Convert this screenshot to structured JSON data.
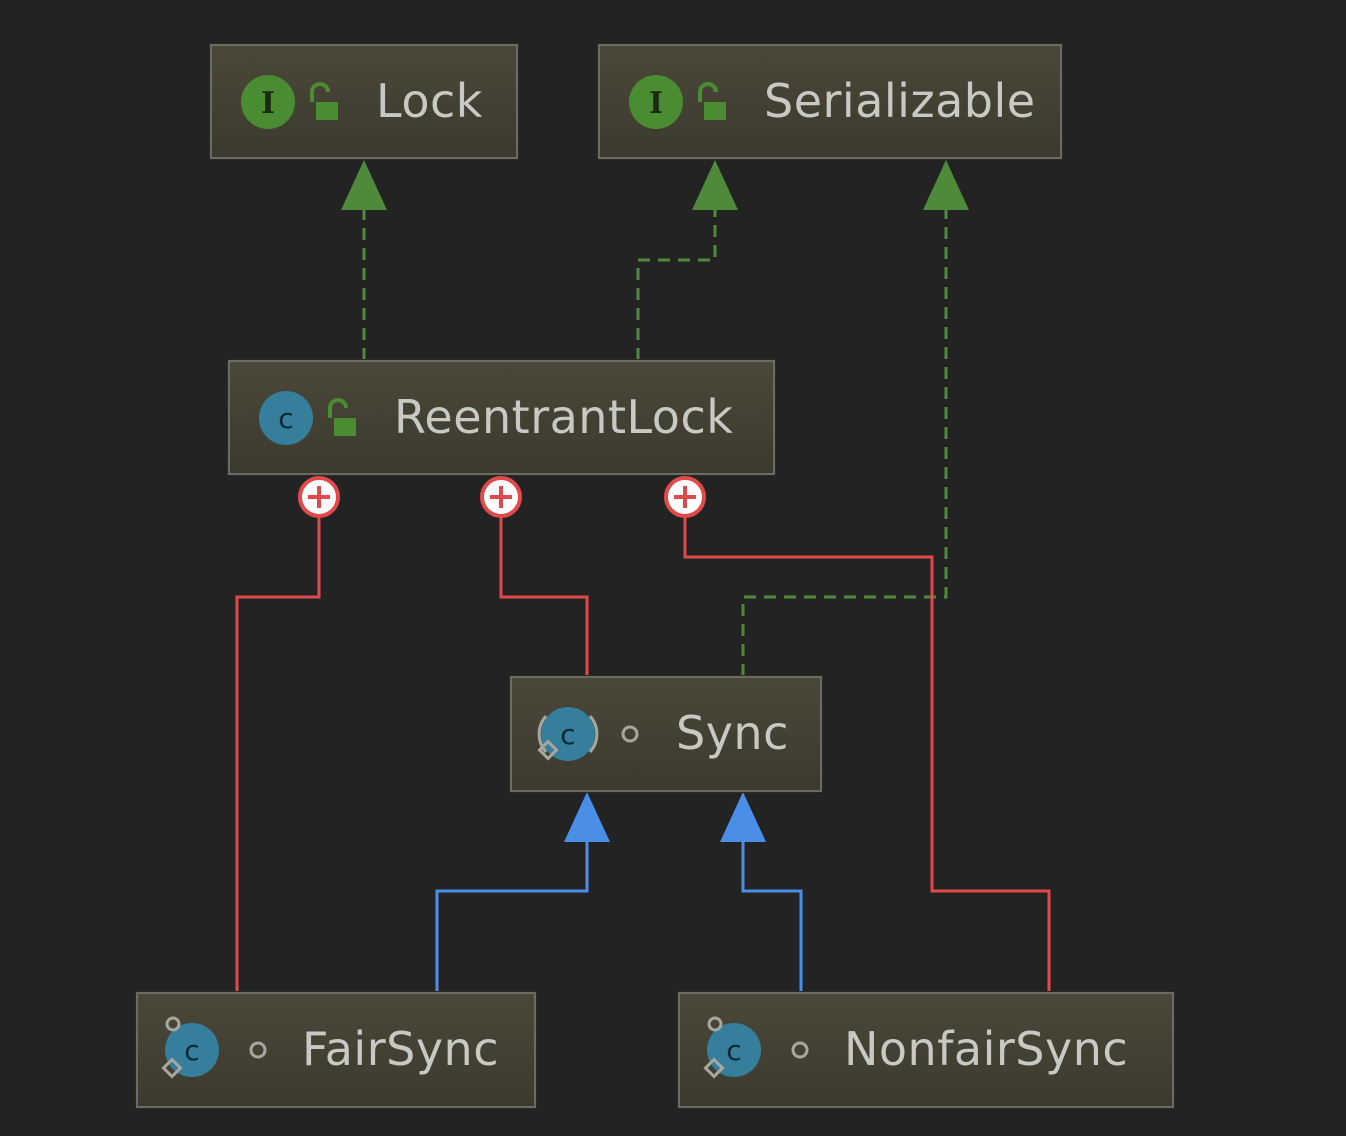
{
  "nodes": {
    "lock": {
      "label": "Lock",
      "kind": "interface",
      "kind_letter": "I",
      "visibility_icon": "public-lock-icon"
    },
    "serializable": {
      "label": "Serializable",
      "kind": "interface",
      "kind_letter": "I",
      "visibility_icon": "public-lock-icon"
    },
    "reentrantlock": {
      "label": "ReentrantLock",
      "kind": "class",
      "kind_letter": "C",
      "visibility_icon": "public-lock-icon"
    },
    "sync": {
      "label": "Sync",
      "kind": "abstract-static-class",
      "kind_letter": "C",
      "visibility_icon": "package-private-dot-icon"
    },
    "fairsync": {
      "label": "FairSync",
      "kind": "static-final-class",
      "kind_letter": "C",
      "visibility_icon": "package-private-dot-icon"
    },
    "nonfairsync": {
      "label": "NonfairSync",
      "kind": "static-final-class",
      "kind_letter": "C",
      "visibility_icon": "package-private-dot-icon"
    }
  },
  "edges": [
    {
      "from": "ReentrantLock",
      "to": "Lock",
      "type": "implements"
    },
    {
      "from": "ReentrantLock",
      "to": "Serializable",
      "type": "implements"
    },
    {
      "from": "Sync",
      "to": "Serializable",
      "type": "implements"
    },
    {
      "from": "FairSync",
      "to": "Sync",
      "type": "extends"
    },
    {
      "from": "NonfairSync",
      "to": "Sync",
      "type": "extends"
    },
    {
      "from": "ReentrantLock",
      "to": "FairSync",
      "type": "inner-class"
    },
    {
      "from": "ReentrantLock",
      "to": "Sync",
      "type": "inner-class"
    },
    {
      "from": "ReentrantLock",
      "to": "NonfairSync",
      "type": "inner-class"
    }
  ],
  "colors": {
    "background": "#232323",
    "node_fill": "#454233",
    "node_border": "#6b6b62",
    "node_text": "#c9c9c4",
    "implements_edge": "#4f8a3a",
    "extends_edge": "#4a8ee8",
    "inner_class_edge": "#e04a4a",
    "interface_icon": "#4a8c31",
    "class_icon": "#357e9c"
  }
}
